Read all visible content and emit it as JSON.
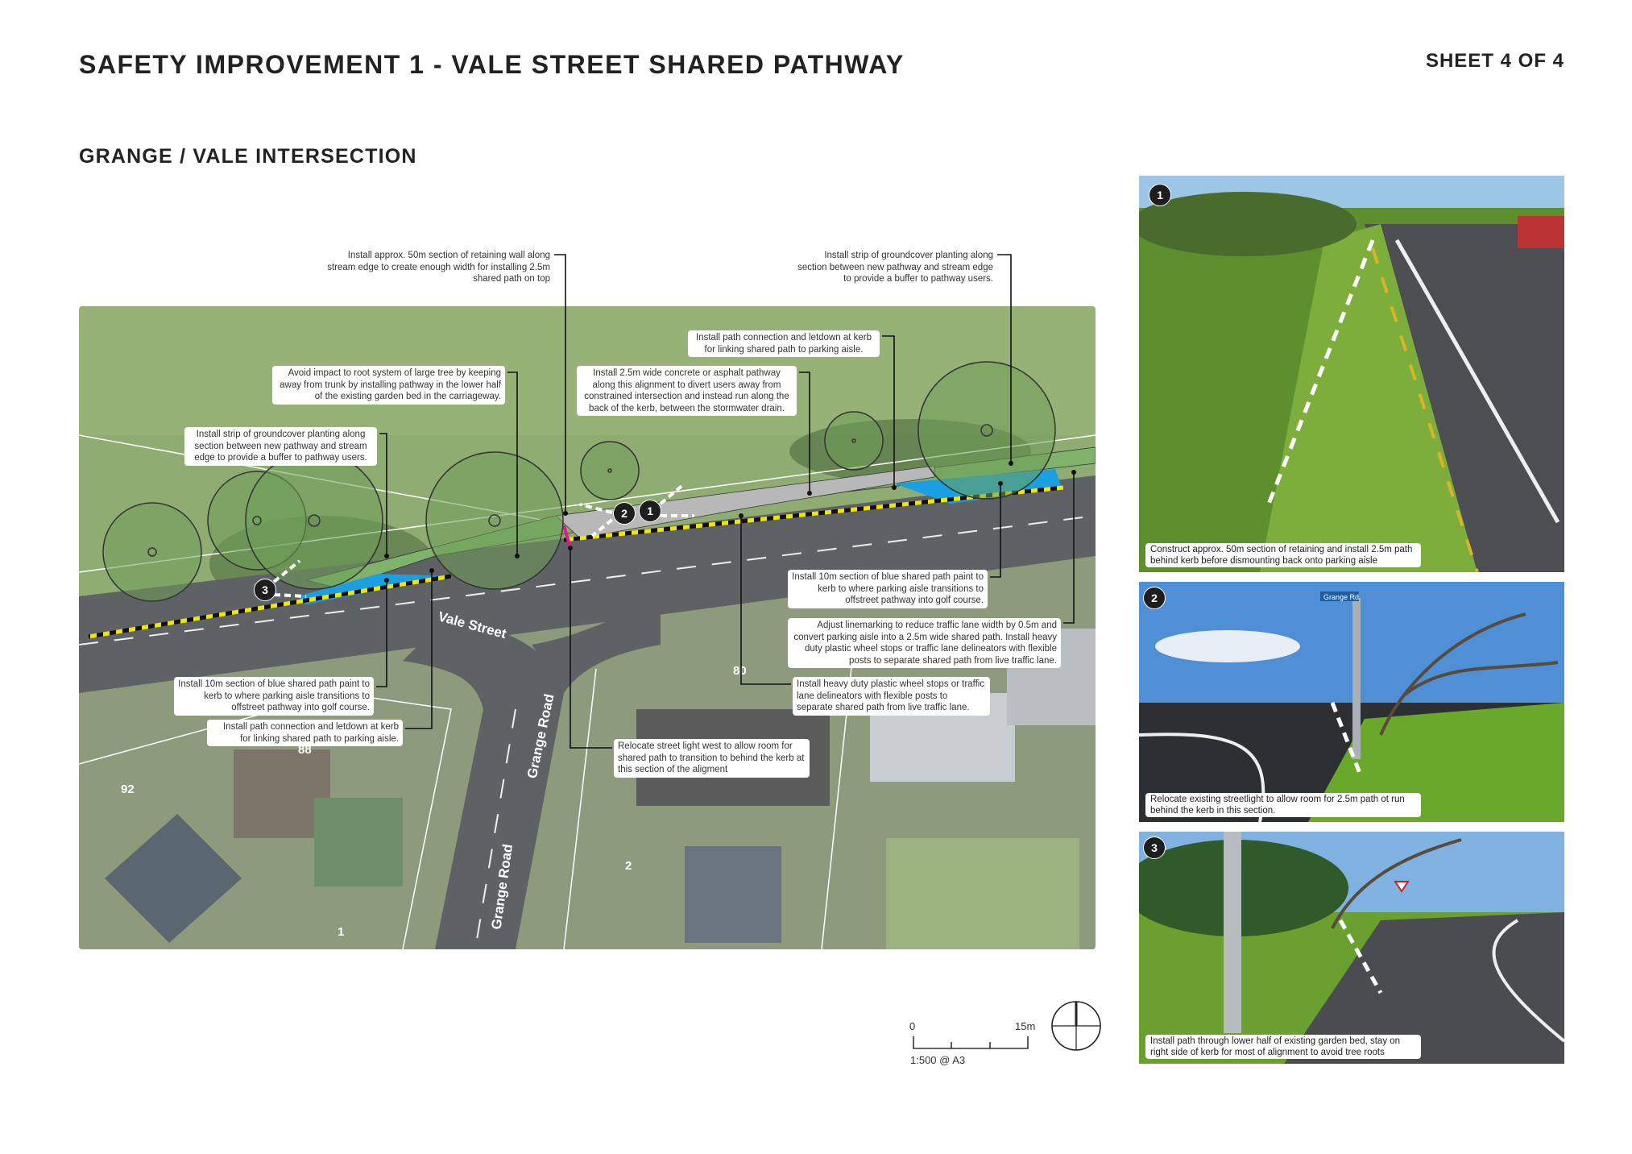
{
  "header": {
    "title": "SAFETY IMPROVEMENT 1 - VALE STREET SHARED PATHWAY",
    "sheet": "SHEET 4 OF 4",
    "subtitle": "GRANGE / VALE INTERSECTION"
  },
  "map": {
    "street_labels": [
      "Vale Street",
      "Grange Road",
      "Grange Road"
    ],
    "property_numbers": [
      "80",
      "88",
      "92",
      "2",
      "1"
    ],
    "markers": [
      "1",
      "2",
      "3"
    ],
    "colors": {
      "shared_path_paint": "#1aa0e0",
      "planting": "#7fb26a",
      "pathway": "#b8b8b8",
      "delineator": "#f2e600",
      "street_light": "#e0198a"
    },
    "callouts": {
      "retaining_wall": "Install approx. 50m section of retaining wall along stream edge to create enough width for installing 2.5m shared path on top",
      "groundcover_right": "Install strip of groundcover planting along section between new pathway and stream edge to provide a buffer to pathway users.",
      "path_connection_right": "Install path connection and letdown at kerb for linking shared path to parking aisle.",
      "avoid_root": "Avoid impact to root system of large tree by keeping away from trunk by installing pathway in the lower half of the existing garden bed in the carriageway.",
      "pathway_2_5m": "Install 2.5m wide concrete or asphalt pathway along this alignment to divert users away from constrained intersection and instead run along the back of the kerb, between the stormwater drain.",
      "groundcover_left": "Install strip of groundcover planting along section between new pathway and stream edge to provide a buffer to pathway users.",
      "blue_paint_right": "Install 10m section of blue shared path paint to kerb to where parking aisle transitions to offstreet pathway into golf course.",
      "linemarking": "Adjust linemarking to reduce traffic lane width by 0.5m and convert parking aisle into a 2.5m wide shared path. Install heavy duty plastic wheel stops or traffic lane delineators with flexible posts to separate shared path from live traffic lane.",
      "wheel_stops": "Install heavy duty plastic wheel stops or traffic lane delineators with flexible posts to separate shared path from live traffic lane.",
      "relocate_light": "Relocate street light west to allow room for shared path to transition to behind the kerb at this section of the aligment",
      "blue_paint_left": "Install 10m section of blue shared path paint to kerb to where parking aisle transitions to offstreet pathway into golf course.",
      "path_connection_left": "Install path connection and letdown at kerb for linking shared path to parking aisle."
    }
  },
  "scale": {
    "zero": "0",
    "end": "15m",
    "ratio": "1:500 @ A3"
  },
  "photos": [
    {
      "number": "1",
      "caption": "Construct approx. 50m section of retaining and install 2.5m path behind kerb before dismounting back onto parking aisle"
    },
    {
      "number": "2",
      "caption": "Relocate existing streetlight to allow room for 2.5m path ot run behind the kerb in this section.",
      "sign": "Grange Rd"
    },
    {
      "number": "3",
      "caption": "Install path through lower half of existing garden bed, stay on right side of kerb for most of alignment to avoid tree roots"
    }
  ]
}
